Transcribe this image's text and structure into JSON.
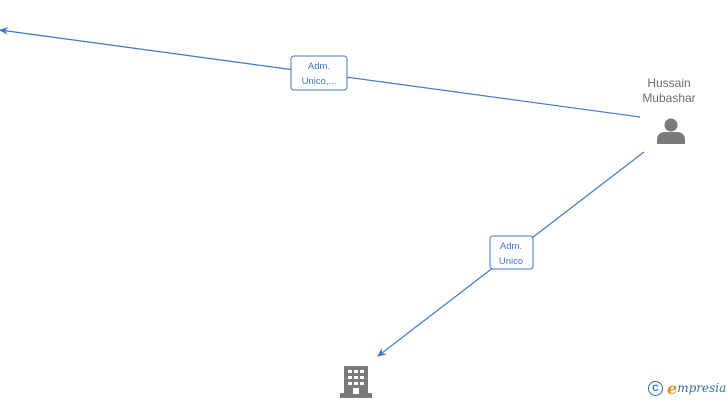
{
  "colors": {
    "edge": "#3a78c8",
    "node_icon": "#7a7a7a",
    "node_label": "#6d6d6d",
    "brand_blue": "#2f6fa8",
    "brand_orange": "#e8901f"
  },
  "nodes": [
    {
      "id": "person",
      "type": "person",
      "icon": "person-icon",
      "label_lines": [
        "Hussain",
        "Mubashar"
      ]
    },
    {
      "id": "company",
      "type": "company",
      "icon": "building-icon",
      "label_lines": []
    }
  ],
  "edges": [
    {
      "from": "person",
      "to": "offscreen-left",
      "label_lines": [
        "Adm.",
        "Unico,..."
      ]
    },
    {
      "from": "person",
      "to": "company",
      "label_lines": [
        "Adm.",
        "Unico"
      ]
    }
  ],
  "brand": {
    "copyright_symbol": "C",
    "logo_initial": "e",
    "logo_rest": "mpresia"
  }
}
